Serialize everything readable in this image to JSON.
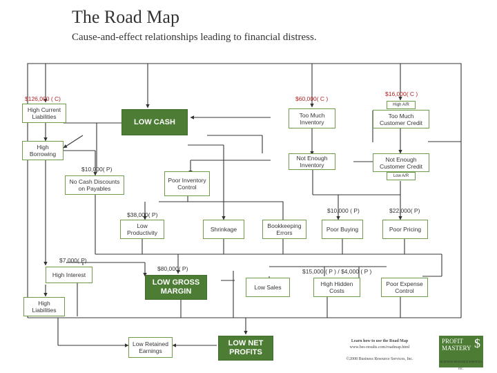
{
  "title": "The Road Map",
  "subtitle": "Cause-and-effect relationships leading to financial distress.",
  "boxes": {
    "high_current_liabilities": "High Current Liabilities",
    "low_cash": "LOW CASH",
    "too_much_inventory": "Too Much Inventory",
    "high_ar": "High A/R",
    "too_much_customer_credit": "Too Much Customer Credit",
    "high_borrowing": "High Borrowing",
    "no_cash_discounts": "No Cash Discounts on Payables",
    "poor_inventory_control": "Poor Inventory Control",
    "not_enough_inventory": "Not Enough Inventory",
    "not_enough_customer_credit": "Not Enough Customer Credit",
    "low_ar": "Low A/R",
    "low_productivity": "Low Productivity",
    "shrinkage": "Shrinkage",
    "bookkeeping_errors": "Bookkeeping Errors",
    "poor_buying": "Poor Buying",
    "poor_pricing": "Poor Pricing",
    "high_interest": "High Interest",
    "low_gross_margin": "LOW GROSS MARGIN",
    "low_sales": "Low Sales",
    "high_hidden_costs": "High Hidden Costs",
    "poor_expense_control": "Poor Expense Control",
    "high_liabilities": "High Liabilities",
    "low_retained_earnings": "Low Retained Earnings",
    "low_net_profits": "LOW NET PROFITS"
  },
  "annotations": {
    "a1": "$126,000 ( C)",
    "a2": "$60,000( C )",
    "a3": "$16,000( C )",
    "a4": "$10,000( P)",
    "a5": "$38,000( P)",
    "a6": "$10,000 ( P)",
    "a7": "$22,000( P)",
    "a8": "$7,000( P)",
    "a9": "$80,000( P)",
    "a10": "$15,000 ( P ) / $4,000 ( P )"
  },
  "footer": {
    "line1": "Learn how to use the Road Map",
    "line2": "www.bes-results.com/roadmap.html",
    "line3": "©2008 Business Resource Services, Inc."
  },
  "logo": {
    "line1": "PROFIT",
    "line2": "MASTERY",
    "symbol": "$",
    "tagline": "BUSINESS RESOURCE SERVICES, INC."
  },
  "colors": {
    "box_border": "#6c9a46",
    "dark_box": "#4d7d35",
    "annotation_red": "#b22222",
    "line": "#333333"
  }
}
